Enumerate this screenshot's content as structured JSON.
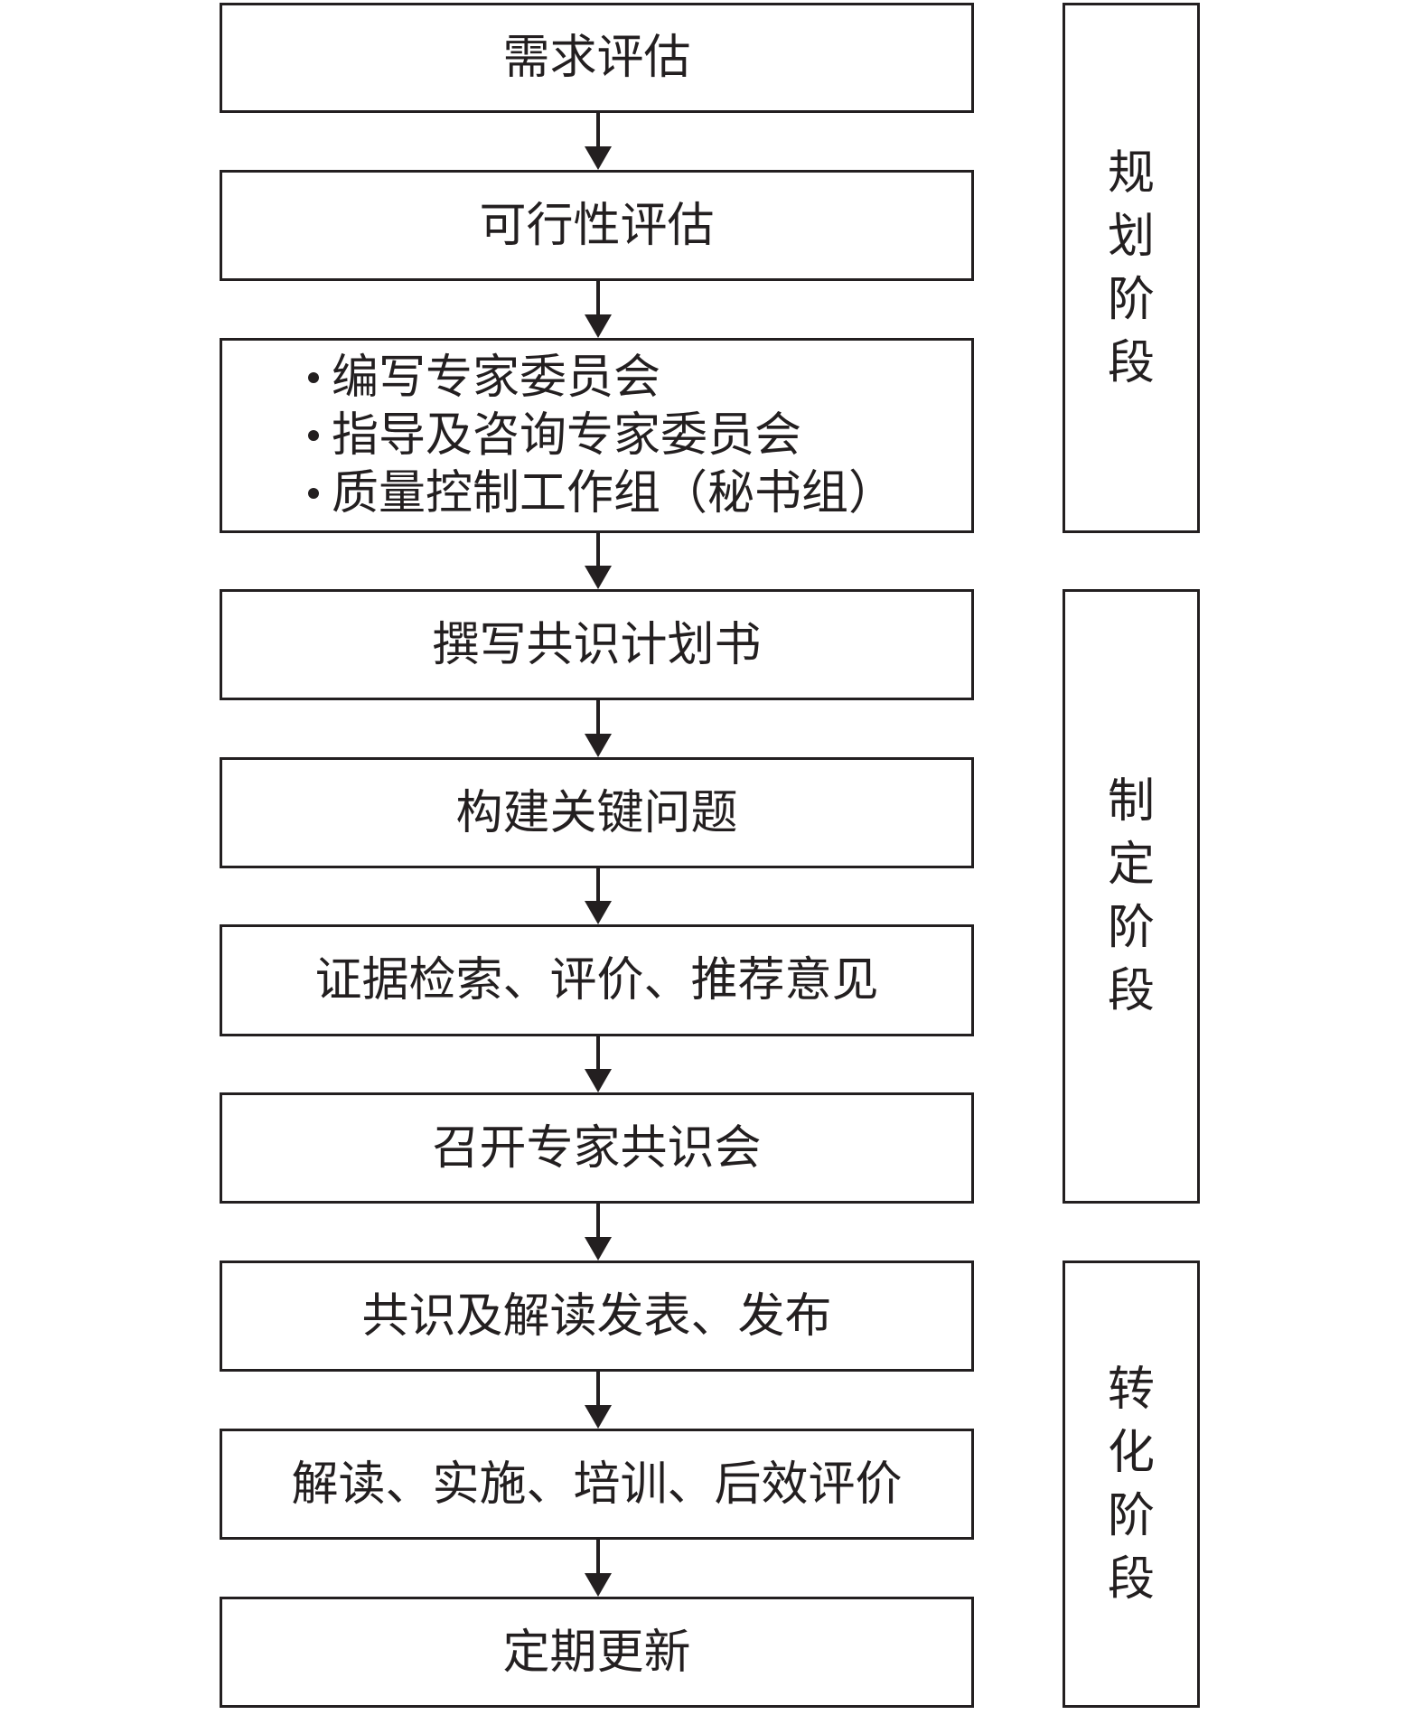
{
  "steps": [
    {
      "id": "demand-assessment",
      "label": "需求评估"
    },
    {
      "id": "feasibility-assessment",
      "label": "可行性评估"
    },
    {
      "id": "committees",
      "items": [
        "编写专家委员会",
        "指导及咨询专家委员会",
        "质量控制工作组（秘书组）"
      ]
    },
    {
      "id": "plan-writing",
      "label": "撰写共识计划书"
    },
    {
      "id": "key-questions",
      "label": "构建关键问题"
    },
    {
      "id": "evidence",
      "label": "证据检索、评价、推荐意见"
    },
    {
      "id": "meeting",
      "label": "召开专家共识会"
    },
    {
      "id": "publish",
      "label": "共识及解读发表、发布"
    },
    {
      "id": "implement",
      "label": "解读、实施、培训、后效评价"
    },
    {
      "id": "update",
      "label": "定期更新"
    }
  ],
  "phases": [
    {
      "id": "planning",
      "label": "规划阶段"
    },
    {
      "id": "development",
      "label": "制定阶段"
    },
    {
      "id": "translation",
      "label": "转化阶段"
    }
  ]
}
